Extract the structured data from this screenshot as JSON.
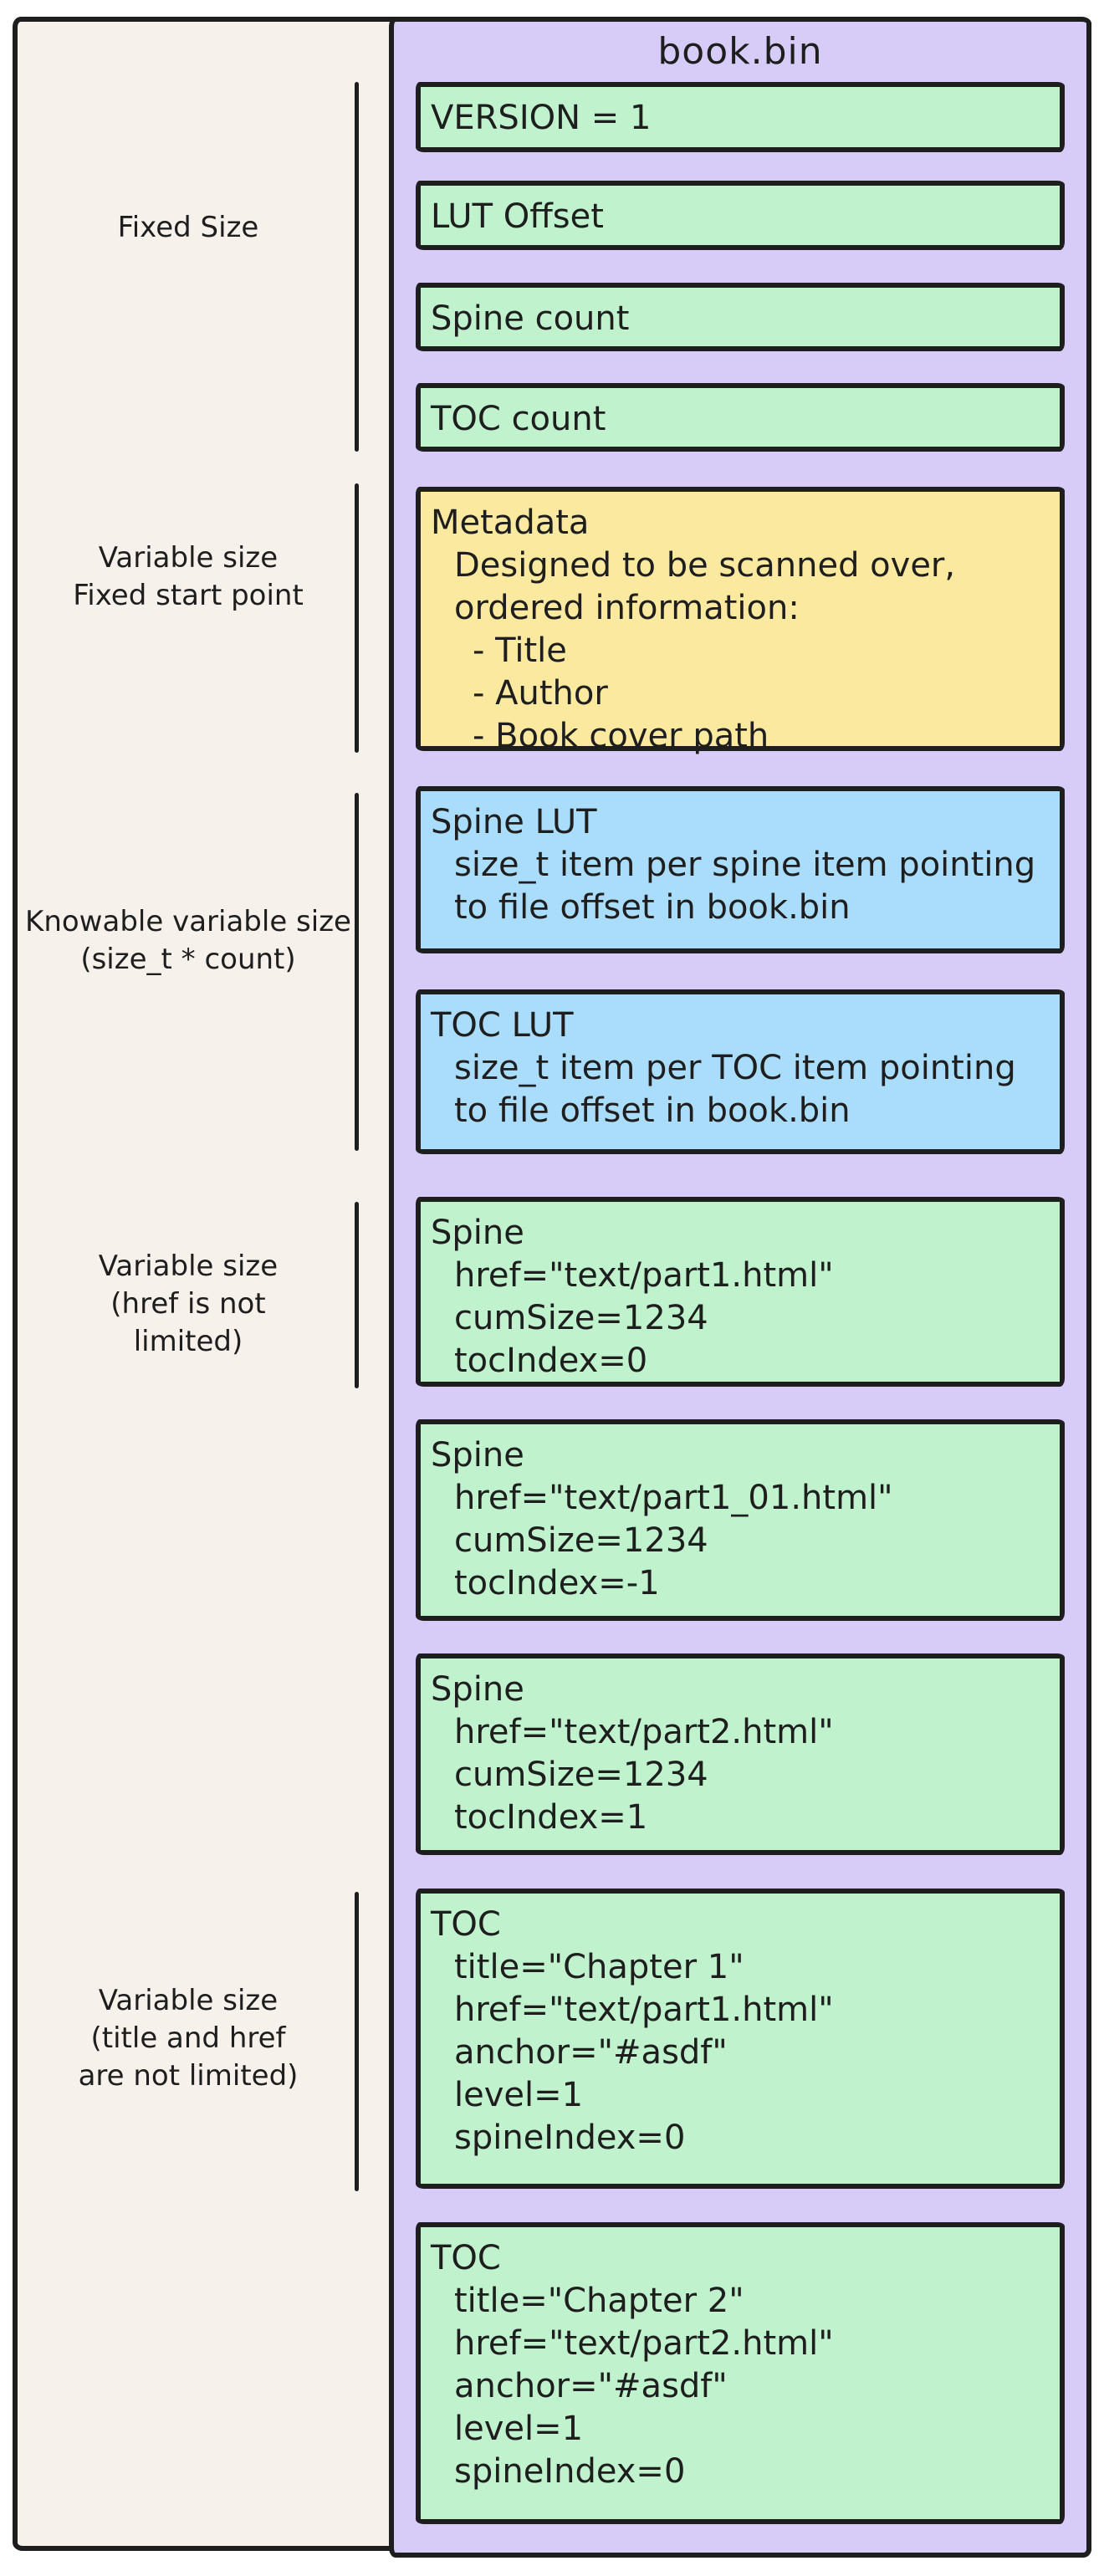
{
  "palette": {
    "page_background": "#FFFFFF",
    "panel_beige": "#F6F1EB",
    "container_purple": "#D6CCF7",
    "box_green": "#BFF2CD",
    "box_yellow": "#FBE9A0",
    "box_blue": "#AADDFB",
    "stroke": "#1E1E1E"
  },
  "container": {
    "title": "book.bin"
  },
  "left_labels": [
    {
      "lines": [
        "Fixed Size"
      ]
    },
    {
      "lines": [
        "Variable size",
        "Fixed start point"
      ]
    },
    {
      "lines": [
        "Knowable variable size",
        "(size_t * count)"
      ]
    },
    {
      "lines": [
        "Variable size",
        "(href is not",
        "limited)"
      ]
    },
    {
      "lines": [
        "Variable size",
        "(title and href",
        "are not limited)"
      ]
    }
  ],
  "boxes": [
    {
      "name": "version",
      "color": "green",
      "lines": [
        "VERSION = 1"
      ]
    },
    {
      "name": "lut-offset",
      "color": "green",
      "lines": [
        "LUT Offset"
      ]
    },
    {
      "name": "spine-count",
      "color": "green",
      "lines": [
        "Spine count"
      ]
    },
    {
      "name": "toc-count",
      "color": "green",
      "lines": [
        "TOC count"
      ]
    },
    {
      "name": "metadata",
      "color": "yellow",
      "lines": [
        "Metadata",
        "Designed to be scanned over,",
        "ordered information:",
        "- Title",
        "- Author",
        "- Book cover path"
      ]
    },
    {
      "name": "spine-lut",
      "color": "blue",
      "lines": [
        "Spine LUT",
        "size_t item per spine item pointing",
        "to file offset in book.bin"
      ]
    },
    {
      "name": "toc-lut",
      "color": "blue",
      "lines": [
        "TOC LUT",
        "size_t item per TOC item pointing",
        "to file offset in book.bin"
      ]
    },
    {
      "name": "spine-entry-1",
      "color": "green",
      "lines": [
        "Spine",
        "href=\"text/part1.html\"",
        "cumSize=1234",
        "tocIndex=0"
      ]
    },
    {
      "name": "spine-entry-2",
      "color": "green",
      "lines": [
        "Spine",
        "href=\"text/part1_01.html\"",
        "cumSize=1234",
        "tocIndex=-1"
      ]
    },
    {
      "name": "spine-entry-3",
      "color": "green",
      "lines": [
        "Spine",
        "href=\"text/part2.html\"",
        "cumSize=1234",
        "tocIndex=1"
      ]
    },
    {
      "name": "toc-entry-1",
      "color": "green",
      "lines": [
        "TOC",
        "title=\"Chapter 1\"",
        "href=\"text/part1.html\"",
        "anchor=\"#asdf\"",
        "level=1",
        "spineIndex=0"
      ]
    },
    {
      "name": "toc-entry-2",
      "color": "green",
      "lines": [
        "TOC",
        "title=\"Chapter 2\"",
        "href=\"text/part2.html\"",
        "anchor=\"#asdf\"",
        "level=1",
        "spineIndex=0"
      ]
    }
  ]
}
